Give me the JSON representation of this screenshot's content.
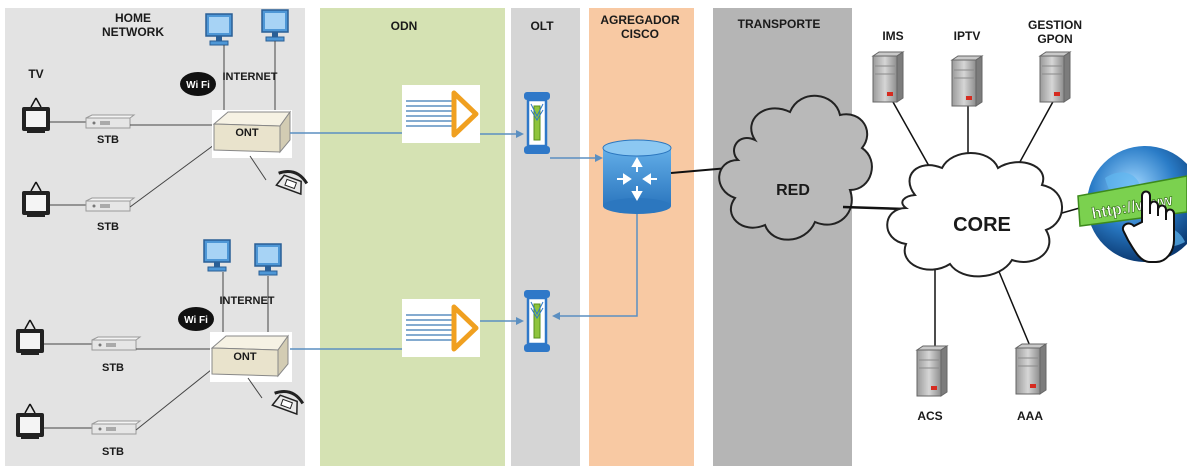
{
  "sections": {
    "home_network": "HOME\nNETWORK",
    "odn": "ODN",
    "olt": "OLT",
    "agregador": "AGREGADOR\nCISCO",
    "transporte": "TRANSPORTE"
  },
  "labels": {
    "tv": "TV",
    "stb": "STB",
    "internet": "INTERNET",
    "ont": "ONT",
    "wifi": "Wi Fi",
    "red": "RED",
    "core": "CORE",
    "ims": "IMS",
    "iptv": "IPTV",
    "gestion": "GESTION\nGPON",
    "acs": "ACS",
    "aaa": "AAA",
    "http": "http://www"
  },
  "colors": {
    "home_bg": "#e3e3e3",
    "odn_bg": "#d5e2b3",
    "olt_bg": "#d5d5d5",
    "agregador_bg": "#f8c9a3",
    "transporte_bg": "#b5b5b5",
    "fiber_line": "#5b8fc1",
    "splitter_orange": "#f0a020",
    "router_blue": "#3e8ed0",
    "olt_blue": "#2f78c8",
    "cloud_gray": "#b9b9b9"
  }
}
